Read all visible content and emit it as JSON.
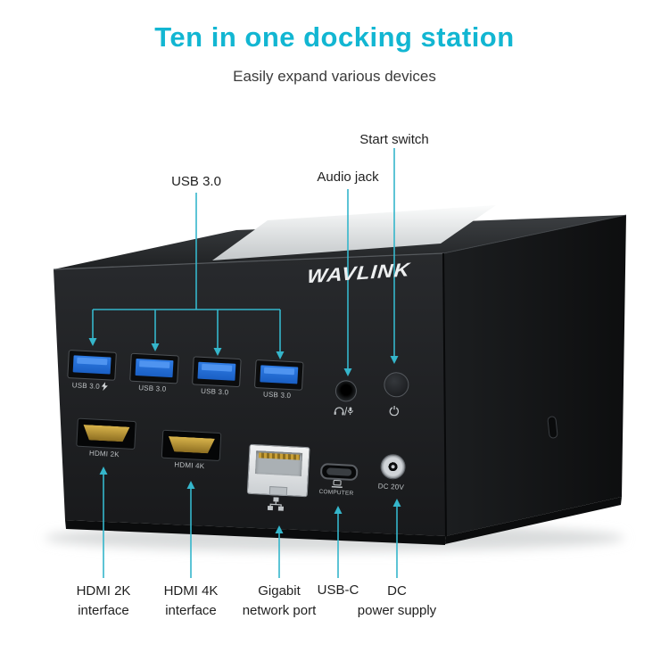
{
  "header": {
    "title": "Ten in one docking station",
    "subtitle": "Easily expand various devices"
  },
  "callouts": {
    "usb": "USB 3.0",
    "audio_jack": "Audio jack",
    "start_switch": "Start switch",
    "hdmi2k": {
      "line1": "HDMI 2K",
      "line2": "interface"
    },
    "hdmi4k": {
      "line1": "HDMI 4K",
      "line2": "interface"
    },
    "gigabit": {
      "line1": "Gigabit",
      "line2": "network port"
    },
    "usb_c": "USB-C",
    "dc": {
      "line1": "DC",
      "line2": "power supply"
    }
  },
  "device": {
    "brand": "WAVLINK",
    "usb_ports": [
      {
        "label": "USB 3.0",
        "fast_charge": true
      },
      {
        "label": "USB 3.0",
        "fast_charge": false
      },
      {
        "label": "USB 3.0",
        "fast_charge": false
      },
      {
        "label": "USB 3.0",
        "fast_charge": false
      }
    ],
    "hdmi_2k_label": "HDMI 2K",
    "hdmi_4k_label": "HDMI 4K",
    "usb_c_label": "COMPUTER",
    "dc_label": "DC 20V"
  },
  "colors": {
    "accent_teal": "#12b6d2",
    "callout_line": "#35b6cb",
    "usb_blue": "#2472dd",
    "hdmi_gold": "#c8a23c",
    "device_black": "#1d1f22"
  }
}
